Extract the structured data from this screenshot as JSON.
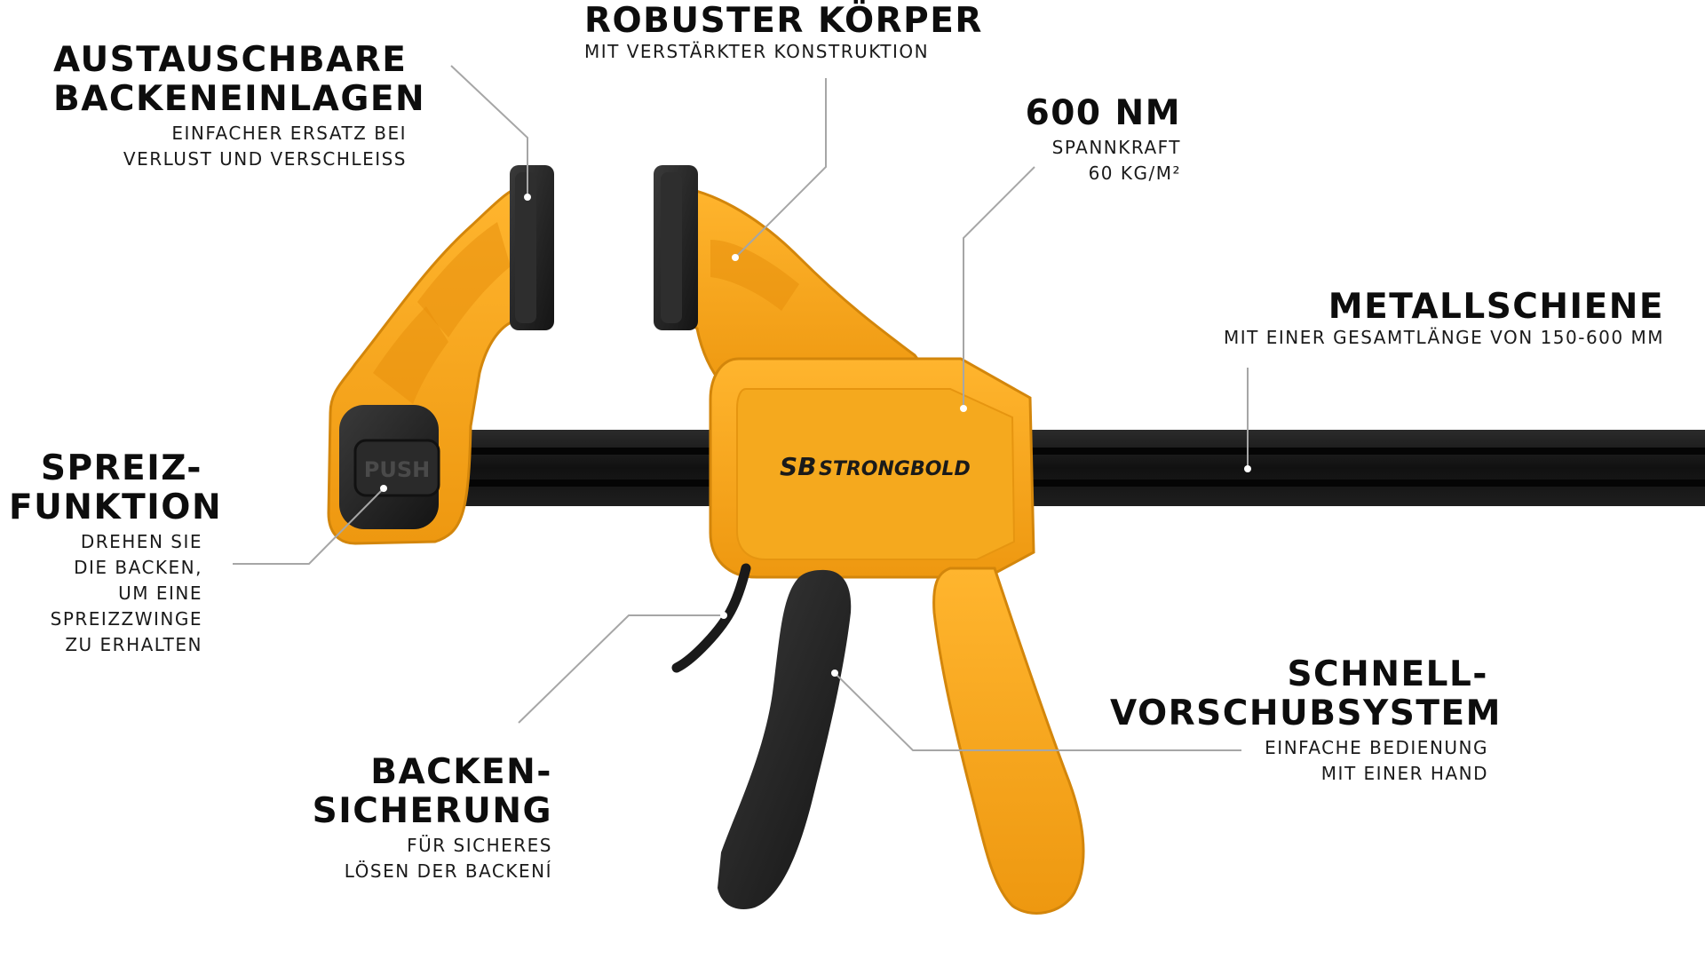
{
  "product": {
    "brand": "STRONGBOLD",
    "brand_logo_text": "SB",
    "push_button_label": "PUSH",
    "colors": {
      "body": "#f4a51a",
      "body_shade": "#d8860a",
      "rubber": "#1c1c1c",
      "rail": "#141414",
      "leader_line": "#a6a6a6"
    }
  },
  "callouts": {
    "jaw_pads": {
      "title_1": "AUSTAUSCHBARE",
      "title_2": "BACKENEINLAGEN",
      "desc_1": "EINFACHER ERSATZ BEI",
      "desc_2": "VERLUST UND VERSCHLEISS"
    },
    "body": {
      "title_1": "ROBUSTER KÖRPER",
      "desc_1": "MIT VERSTÄRKTER KONSTRUKTION"
    },
    "force": {
      "title_1": "600 NM",
      "desc_1": "SPANNKRAFT",
      "desc_2": "60 KG/M²"
    },
    "rail": {
      "title_1": "METALLSCHIENE",
      "desc_1": "MIT EINER GESAMTLÄNGE VON 150-600 MM"
    },
    "spread": {
      "title_1": "SPREIZ-",
      "title_2": "FUNKTION",
      "desc_1": "DREHEN SIE",
      "desc_2": "DIE BACKEN,",
      "desc_3": "UM EINE",
      "desc_4": "SPREIZZWINGE",
      "desc_5": "ZU ERHALTEN"
    },
    "jaw_lock": {
      "title_1": "BACKEN-",
      "title_2": "SICHERUNG",
      "desc_1": "FÜR SICHERES",
      "desc_2": "LÖSEN DER BACKENÍ"
    },
    "quick_feed": {
      "title_1": "SCHNELL-",
      "title_2": "VORSCHUBSYSTEM",
      "desc_1": "EINFACHE BEDIENUNG",
      "desc_2": "MIT EINER HAND"
    }
  }
}
